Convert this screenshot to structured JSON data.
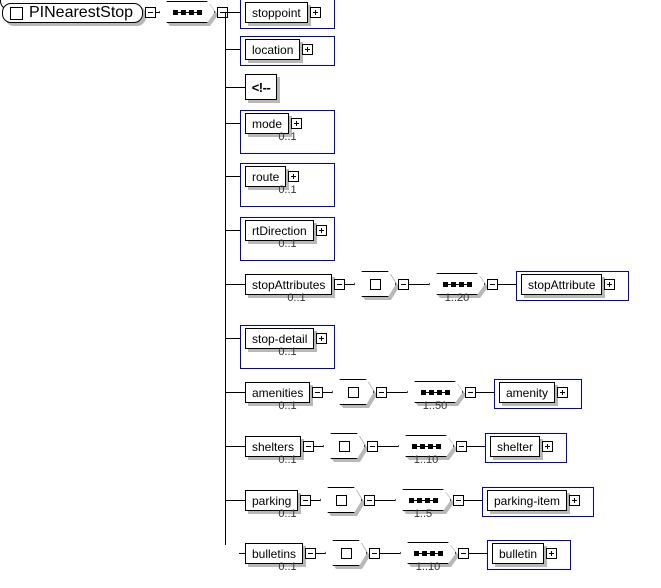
{
  "diagram": {
    "kind": "xml-schema-tree",
    "root": {
      "name": "PINearestStop",
      "icon": "element-square-icon",
      "toggle": "collapse-minus-icon"
    },
    "compositor": {
      "type": "sequence",
      "icon": "sequence-icon",
      "toggle": "collapse-minus-icon"
    },
    "rows": [
      {
        "name": "stoppoint",
        "cardinality": "",
        "frame": "blue",
        "toggle": "expand-plus-icon",
        "chain": []
      },
      {
        "name": "location",
        "cardinality": "",
        "frame": "blue",
        "toggle": "expand-plus-icon",
        "chain": []
      },
      {
        "name": "<!--",
        "cardinality": "",
        "frame": "none",
        "toggle": "",
        "comment": true,
        "chain": []
      },
      {
        "name": "mode",
        "cardinality": "0..1",
        "frame": "blue",
        "toggle": "expand-plus-icon",
        "chain": []
      },
      {
        "name": "route",
        "cardinality": "0..1",
        "frame": "blue",
        "toggle": "expand-plus-icon",
        "chain": []
      },
      {
        "name": "rtDirection",
        "cardinality": "0..1",
        "frame": "blue",
        "toggle": "expand-plus-icon",
        "chain": []
      },
      {
        "name": "stopAttributes",
        "cardinality": "0..1",
        "frame": "none",
        "toggle": "collapse-minus-icon",
        "chain": [
          {
            "type": "choice",
            "icon": "choice-icon",
            "toggle": "collapse-minus-icon"
          },
          {
            "type": "sequence",
            "icon": "sequence-icon",
            "toggle": "collapse-minus-icon",
            "cardinality": "1..20"
          },
          {
            "type": "element",
            "name": "stopAttribute",
            "frame": "blue",
            "toggle": "expand-plus-icon"
          }
        ]
      },
      {
        "name": "stop-detail",
        "cardinality": "0..1",
        "frame": "blue",
        "toggle": "expand-plus-icon",
        "chain": []
      },
      {
        "name": "amenities",
        "cardinality": "0..1",
        "frame": "none",
        "toggle": "collapse-minus-icon",
        "chain": [
          {
            "type": "choice",
            "icon": "choice-icon",
            "toggle": "collapse-minus-icon"
          },
          {
            "type": "sequence",
            "icon": "sequence-icon",
            "toggle": "collapse-minus-icon",
            "cardinality": "1..50"
          },
          {
            "type": "element",
            "name": "amenity",
            "frame": "blue",
            "toggle": "expand-plus-icon"
          }
        ]
      },
      {
        "name": "shelters",
        "cardinality": "0..1",
        "frame": "none",
        "toggle": "collapse-minus-icon",
        "chain": [
          {
            "type": "choice",
            "icon": "choice-icon",
            "toggle": "collapse-minus-icon"
          },
          {
            "type": "sequence",
            "icon": "sequence-icon",
            "toggle": "collapse-minus-icon",
            "cardinality": "1..10"
          },
          {
            "type": "element",
            "name": "shelter",
            "frame": "blue",
            "toggle": "expand-plus-icon"
          }
        ]
      },
      {
        "name": "parking",
        "cardinality": "0..1",
        "frame": "none",
        "toggle": "collapse-minus-icon",
        "chain": [
          {
            "type": "choice",
            "icon": "choice-icon",
            "toggle": "collapse-minus-icon"
          },
          {
            "type": "sequence",
            "icon": "sequence-icon",
            "toggle": "collapse-minus-icon",
            "cardinality": "1..5"
          },
          {
            "type": "element",
            "name": "parking-item",
            "frame": "blue",
            "toggle": "expand-plus-icon"
          }
        ]
      },
      {
        "name": "bulletins",
        "cardinality": "0..1",
        "frame": "none",
        "toggle": "collapse-minus-icon",
        "chain": [
          {
            "type": "choice",
            "icon": "choice-icon",
            "toggle": "collapse-minus-icon"
          },
          {
            "type": "sequence",
            "icon": "sequence-icon",
            "toggle": "collapse-minus-icon",
            "cardinality": "1..10"
          },
          {
            "type": "element",
            "name": "bulletin",
            "frame": "blue",
            "toggle": "expand-plus-icon"
          }
        ]
      }
    ]
  },
  "colors": {
    "frame_blue": "#0000cc",
    "line": "#000000",
    "shadow": "#b8b8b8",
    "background": "#ffffff"
  }
}
